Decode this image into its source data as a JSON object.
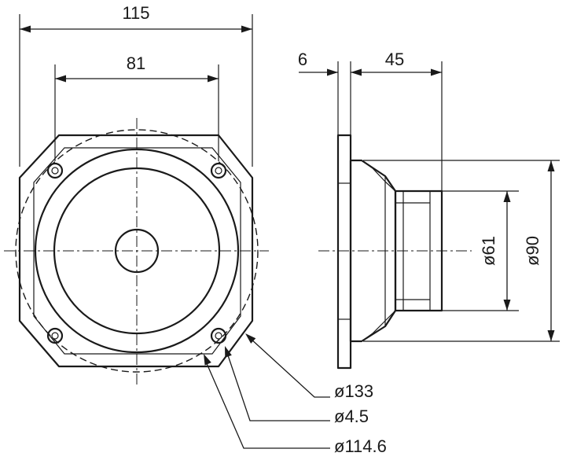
{
  "dimensions": {
    "front_width": "115",
    "hole_spacing": "81",
    "flange_thickness": "6",
    "depth": "45",
    "magnet_diameter": "ø61",
    "cone_diameter": "ø90",
    "bolt_circle": "ø133",
    "hole_diameter": "ø4.5",
    "cutout_diameter": "ø114.6"
  }
}
